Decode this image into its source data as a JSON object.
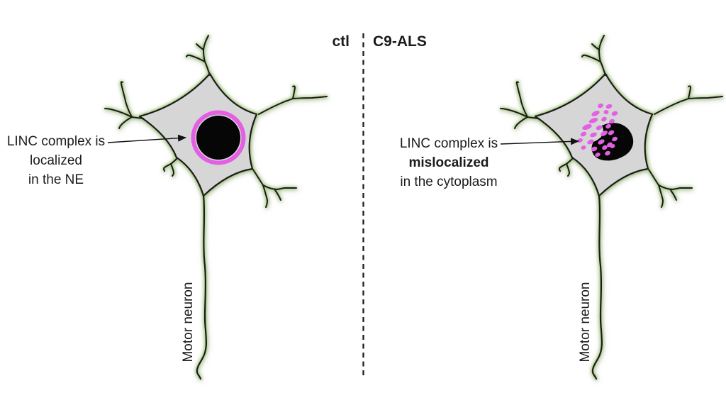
{
  "figure": {
    "left_panel": {
      "condition_label": "ctl",
      "annotation_line1": "LINC complex is",
      "annotation_line2": "localized",
      "annotation_line3": "in the NE",
      "axon_label": "Motor neuron"
    },
    "right_panel": {
      "condition_label": "C9-ALS",
      "annotation_line1": "LINC complex is",
      "annotation_line2": "mislocalized",
      "annotation_line3": "in the cytoplasm",
      "axon_label": "Motor neuron"
    }
  },
  "colors": {
    "linc_magenta": "#E35FE3",
    "glow_green": "#8FC55E",
    "soma_gray": "#D6D6D6",
    "line_black": "#1B1B1B",
    "nucleus_black": "#060606",
    "background": "#FFFFFF"
  }
}
